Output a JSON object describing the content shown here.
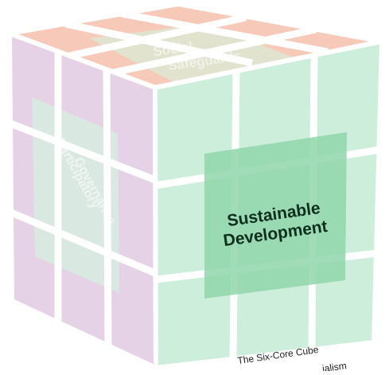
{
  "diagram": {
    "cores": {
      "top": "Social Safeguards",
      "top_lines": [
        "Social",
        "Safeguards"
      ],
      "left": "Participatory Governance",
      "left_lines": [
        "Participatory",
        "Governance"
      ],
      "front": "Sustainable Development",
      "front_lines": [
        "Sustainable",
        "Development"
      ]
    },
    "caption": "The Six-Core Cube",
    "caption_cutoff": "…ialism"
  },
  "colors": {
    "top_face": "#f6c9b8",
    "left_face": "#e6d2e6",
    "front_face": "#cdeedb",
    "front_core": "#8fd6aa",
    "core_text_front": "#0e2e1e",
    "core_text_faint": "#ffffff",
    "grid_line": "#ffffff",
    "caption_text": "#222222"
  }
}
